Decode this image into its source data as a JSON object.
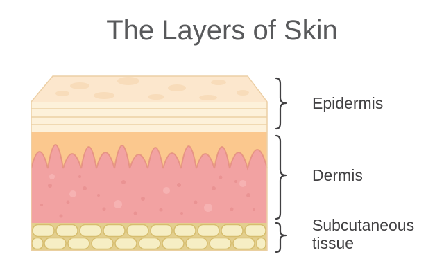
{
  "title": "The Layers of Skin",
  "diagram": {
    "type": "labeled-diagram",
    "subject": "Cross-section block of human skin with braces pointing to each layer",
    "layers": [
      {
        "label": "Epidermis"
      },
      {
        "label": "Dermis"
      },
      {
        "label": "Subcutaneous",
        "label_line2": "tissue"
      }
    ]
  },
  "colors": {
    "title_text": "#58595b",
    "label_text": "#414042",
    "brace": "#414042",
    "top_face": "#fce7cd",
    "top_face_spot": "#f4d4ab",
    "epidermis": "#fdf1da",
    "epidermis_line": "#f0d9b2",
    "dermis_upper": "#fbc88e",
    "dermis": "#f2a2a2",
    "dermis_edge": "#e0897a",
    "dermis_dot": "#e08080",
    "dermis_dot_light": "#f7bcbc",
    "subcutaneous_bg": "#e3cf8e",
    "fat_cell": "#f6eec4",
    "fat_cell_edge": "#d6bd6e",
    "block_outline": "#eccfa5"
  }
}
